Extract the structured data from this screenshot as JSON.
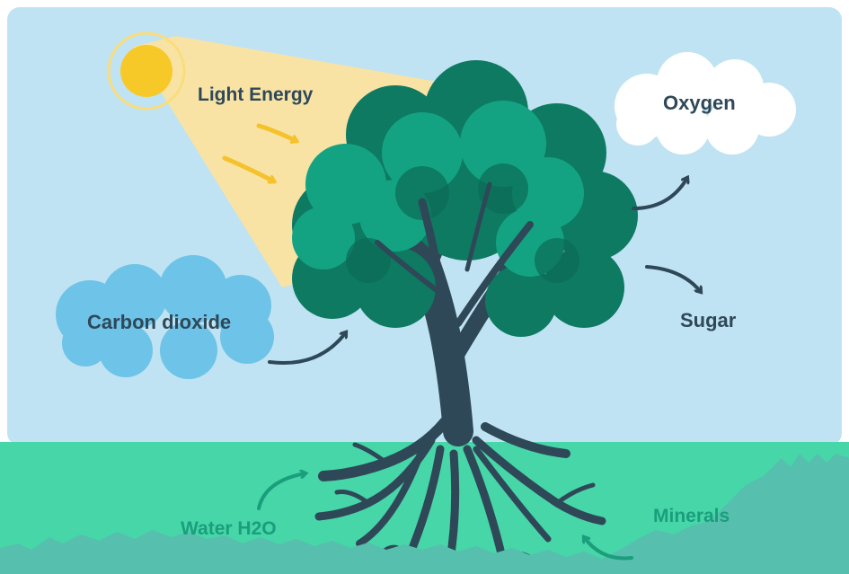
{
  "labels": {
    "light_energy": "Light Energy",
    "oxygen": "Oxygen",
    "carbon_dioxide": "Carbon dioxide",
    "sugar": "Sugar",
    "water": "Water H2O",
    "minerals": "Minerals"
  },
  "colors": {
    "sky": "#bfe3f2",
    "ground": "#47d6a8",
    "grass": "#56bfae",
    "sun": "#f7c928",
    "light_beam": "#fbe3a0",
    "canopy_light": "#13a383",
    "canopy_dark": "#0e7a62",
    "trunk": "#2f4858",
    "co2_cloud": "#6ec3e8",
    "oxygen_cloud": "#ffffff",
    "dark_text": "#2f4858",
    "ground_text": "#1a9e7c"
  }
}
